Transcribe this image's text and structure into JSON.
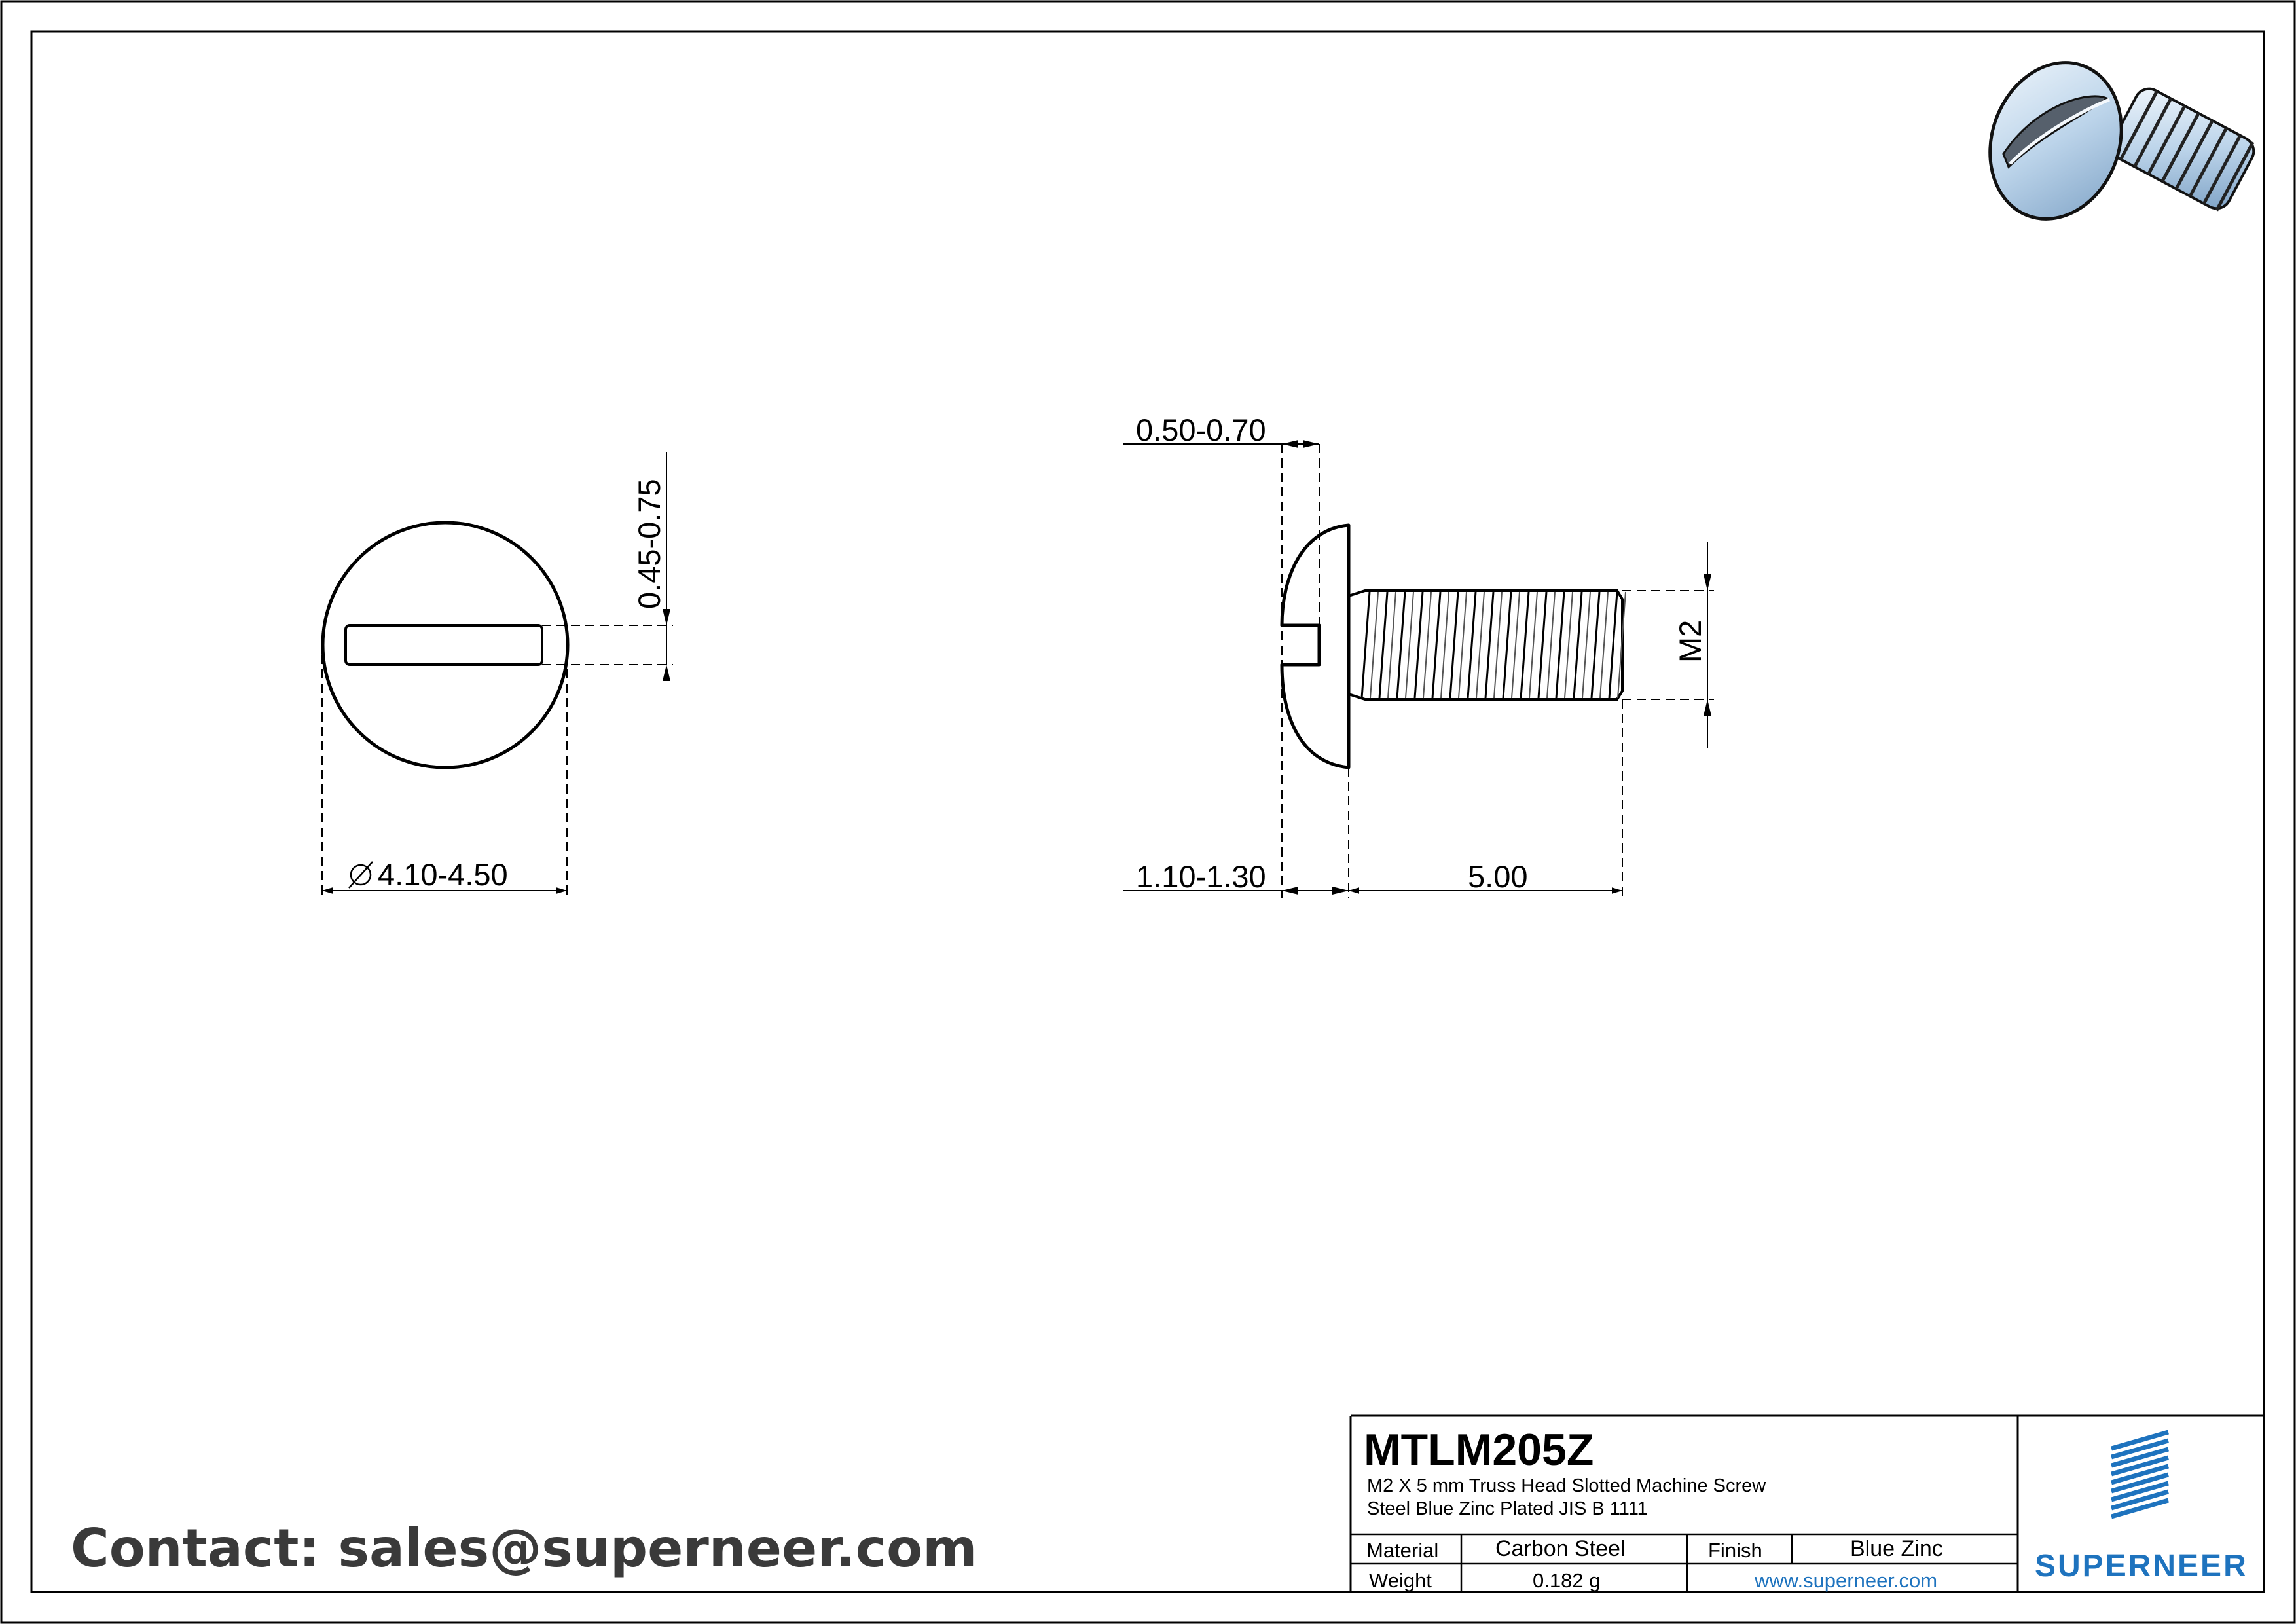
{
  "drawing": {
    "part_number": "MTLM205Z",
    "description_line1": "M2 X 5 mm  Truss Head Slotted Machine Screw",
    "description_line2": "Steel Blue Zinc Plated JIS B 1111",
    "material_label": "Material",
    "material_value": "Carbon Steel",
    "finish_label": "Finish",
    "finish_value": "Blue Zinc",
    "weight_label": "Weight",
    "weight_value": "0.182 g",
    "website": "www.superneer.com",
    "brand": "SUPERNEER",
    "contact": "Contact: sales@superneer.com"
  },
  "dimensions": {
    "head_diameter": "4.10-4.50",
    "slot_width": "0.45-0.75",
    "slot_depth": "0.50-0.70",
    "head_height": "1.10-1.30",
    "length": "5.00",
    "thread": "M2"
  },
  "colors": {
    "line": "#000000",
    "brand_blue": "#1e73be",
    "contact_text": "#3a3a3a",
    "screw_zinc": "#c8dcef"
  }
}
